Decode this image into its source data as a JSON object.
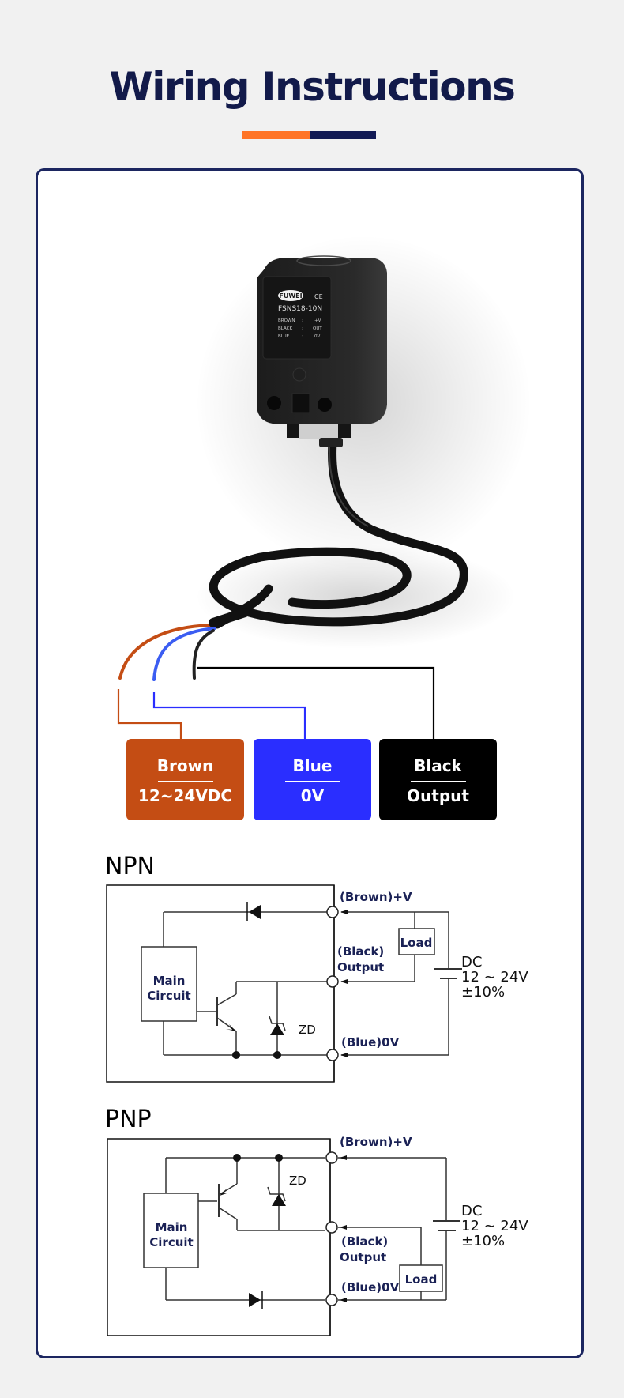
{
  "page": {
    "title": "Wiring Instructions",
    "accent_colors": {
      "orange": "#ff7426",
      "navy": "#121a55",
      "card_border": "#1c2660",
      "background": "#f1f1f1"
    }
  },
  "product": {
    "brand": "FUWEI",
    "certification": "CE",
    "model": "FSNS18-10N",
    "label_rows": [
      {
        "wire": "BROWN",
        "sep": ":",
        "function": "+V"
      },
      {
        "wire": "BLACK",
        "sep": ":",
        "function": "OUT"
      },
      {
        "wire": "BLUE",
        "sep": ":",
        "function": "0V"
      }
    ]
  },
  "wires": [
    {
      "name": "Brown",
      "function": "12~24VDC",
      "color": "#c44d14"
    },
    {
      "name": "Blue",
      "function": "0V",
      "color": "#2a2eff"
    },
    {
      "name": "Black",
      "function": "Output",
      "color": "#000000"
    }
  ],
  "npn": {
    "title": "NPN",
    "main_circuit": [
      "Main",
      "Circuit"
    ],
    "terminal_brown": "(Brown)+V",
    "terminal_black": [
      "(Black)",
      "Output"
    ],
    "terminal_blue": "(Blue)0V",
    "load": "Load",
    "zener": "ZD",
    "supply": [
      "DC",
      "12 ~ 24V",
      "±10%"
    ]
  },
  "pnp": {
    "title": "PNP",
    "main_circuit": [
      "Main",
      "Circuit"
    ],
    "terminal_brown": "(Brown)+V",
    "terminal_black": [
      "(Black)",
      "Output"
    ],
    "terminal_blue": "(Blue)0V",
    "load": "Load",
    "zener": "ZD",
    "supply": [
      "DC",
      "12 ~ 24V",
      "±10%"
    ]
  }
}
